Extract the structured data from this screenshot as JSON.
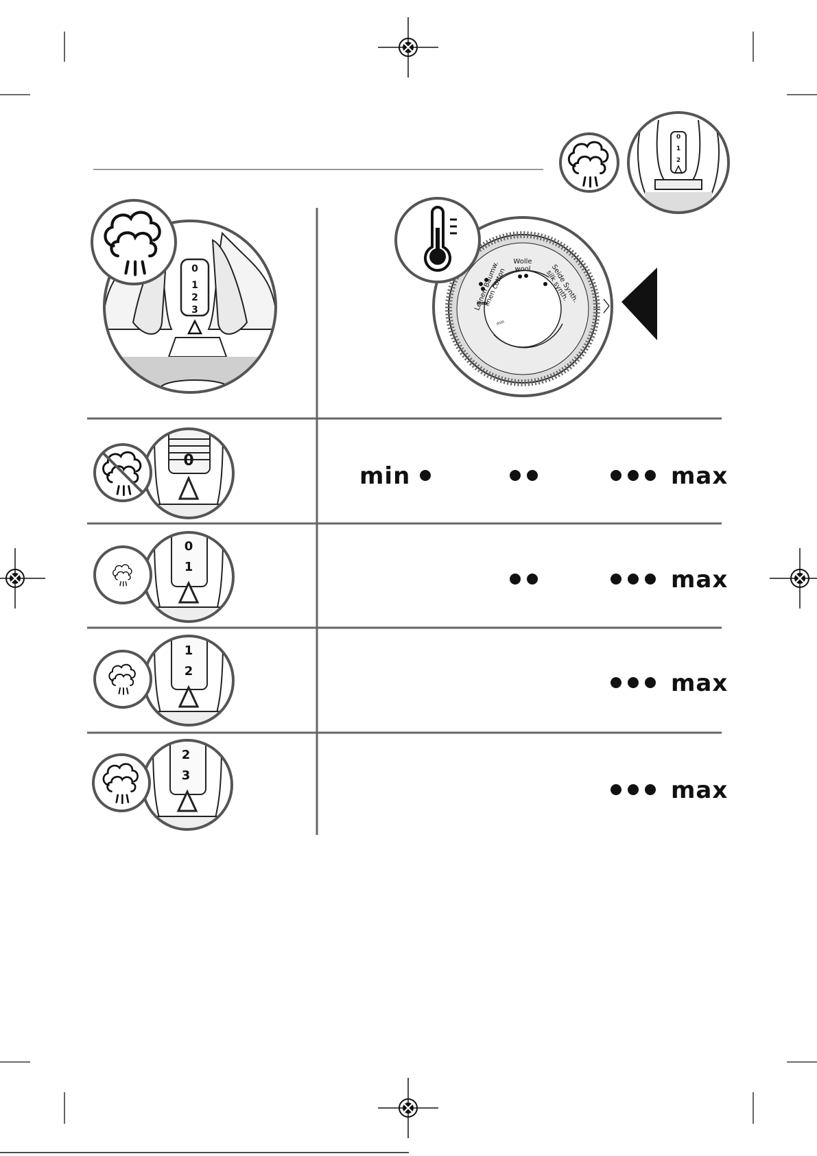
{
  "dial": {
    "label_wool_de": "Wolle",
    "label_wool_en": "wool",
    "label_linen_de": "Leinen Baumw.",
    "label_linen_en": "linen cotton",
    "label_silk_de": "Seide Synth.",
    "label_silk_en": "silk synth.",
    "label_max": "max",
    "label_min": "min"
  },
  "steam_scale": {
    "top": [
      "0",
      "1",
      "2",
      "3"
    ],
    "row1": [
      "0"
    ],
    "row2": [
      "0",
      "1"
    ],
    "row3": [
      "1",
      "2"
    ],
    "row4": [
      "2",
      "3"
    ]
  },
  "rows": [
    {
      "min_label": "min",
      "max_label": "max",
      "has_min": true,
      "has_two": true
    },
    {
      "max_label": "max",
      "has_min": false,
      "has_two": true
    },
    {
      "max_label": "max",
      "has_min": false,
      "has_two": false
    },
    {
      "max_label": "max",
      "has_min": false,
      "has_two": false
    }
  ]
}
